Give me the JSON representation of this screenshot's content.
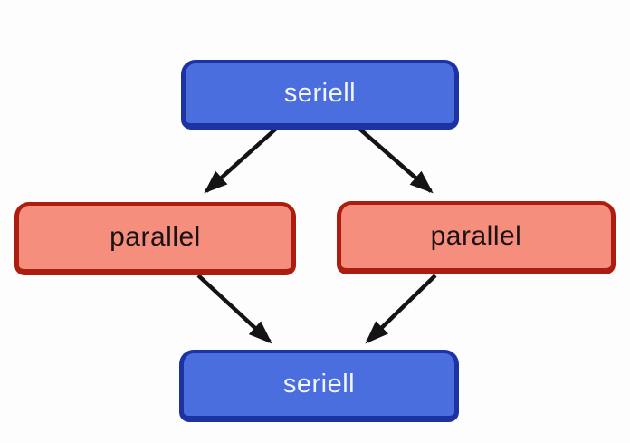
{
  "diagram": {
    "nodes": [
      {
        "id": "serial-top",
        "label": "seriell",
        "type": "serial"
      },
      {
        "id": "parallel-left",
        "label": "parallel",
        "type": "parallel"
      },
      {
        "id": "parallel-right",
        "label": "parallel",
        "type": "parallel"
      },
      {
        "id": "serial-bottom",
        "label": "seriell",
        "type": "serial"
      }
    ],
    "edges": [
      {
        "from": "serial-top",
        "to": "parallel-left"
      },
      {
        "from": "serial-top",
        "to": "parallel-right"
      },
      {
        "from": "parallel-left",
        "to": "serial-bottom"
      },
      {
        "from": "parallel-right",
        "to": "serial-bottom"
      }
    ]
  },
  "colors": {
    "serial_fill": "#4a6ede",
    "serial_border": "#1d33a4",
    "serial_text": "#f2f5ff",
    "parallel_fill": "#f68e7d",
    "parallel_border": "#ad1d0f",
    "parallel_text": "#1b1313",
    "arrow": "#141414",
    "background": "#fdfdfd"
  }
}
